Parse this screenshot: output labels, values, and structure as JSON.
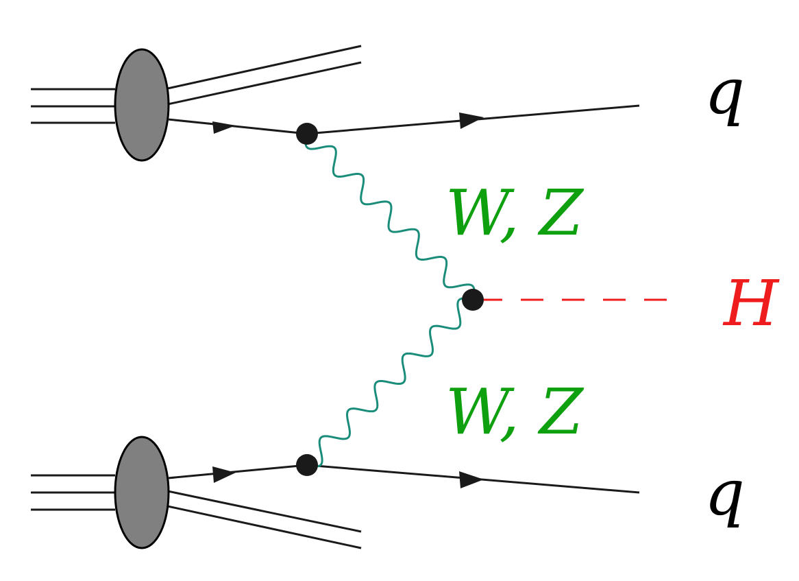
{
  "diagram": {
    "labels": {
      "quark_top": "q",
      "quark_bottom": "q",
      "boson_top": "W, Z",
      "boson_bottom": "W, Z",
      "higgs": "H"
    },
    "colors": {
      "lines": "#1a1a1a",
      "proton_fill": "#808080",
      "vertex": "#1a1a1a",
      "boson_line": "#1a8c7a",
      "boson_label": "#0fa00f",
      "higgs": "#ee1c1c"
    }
  }
}
